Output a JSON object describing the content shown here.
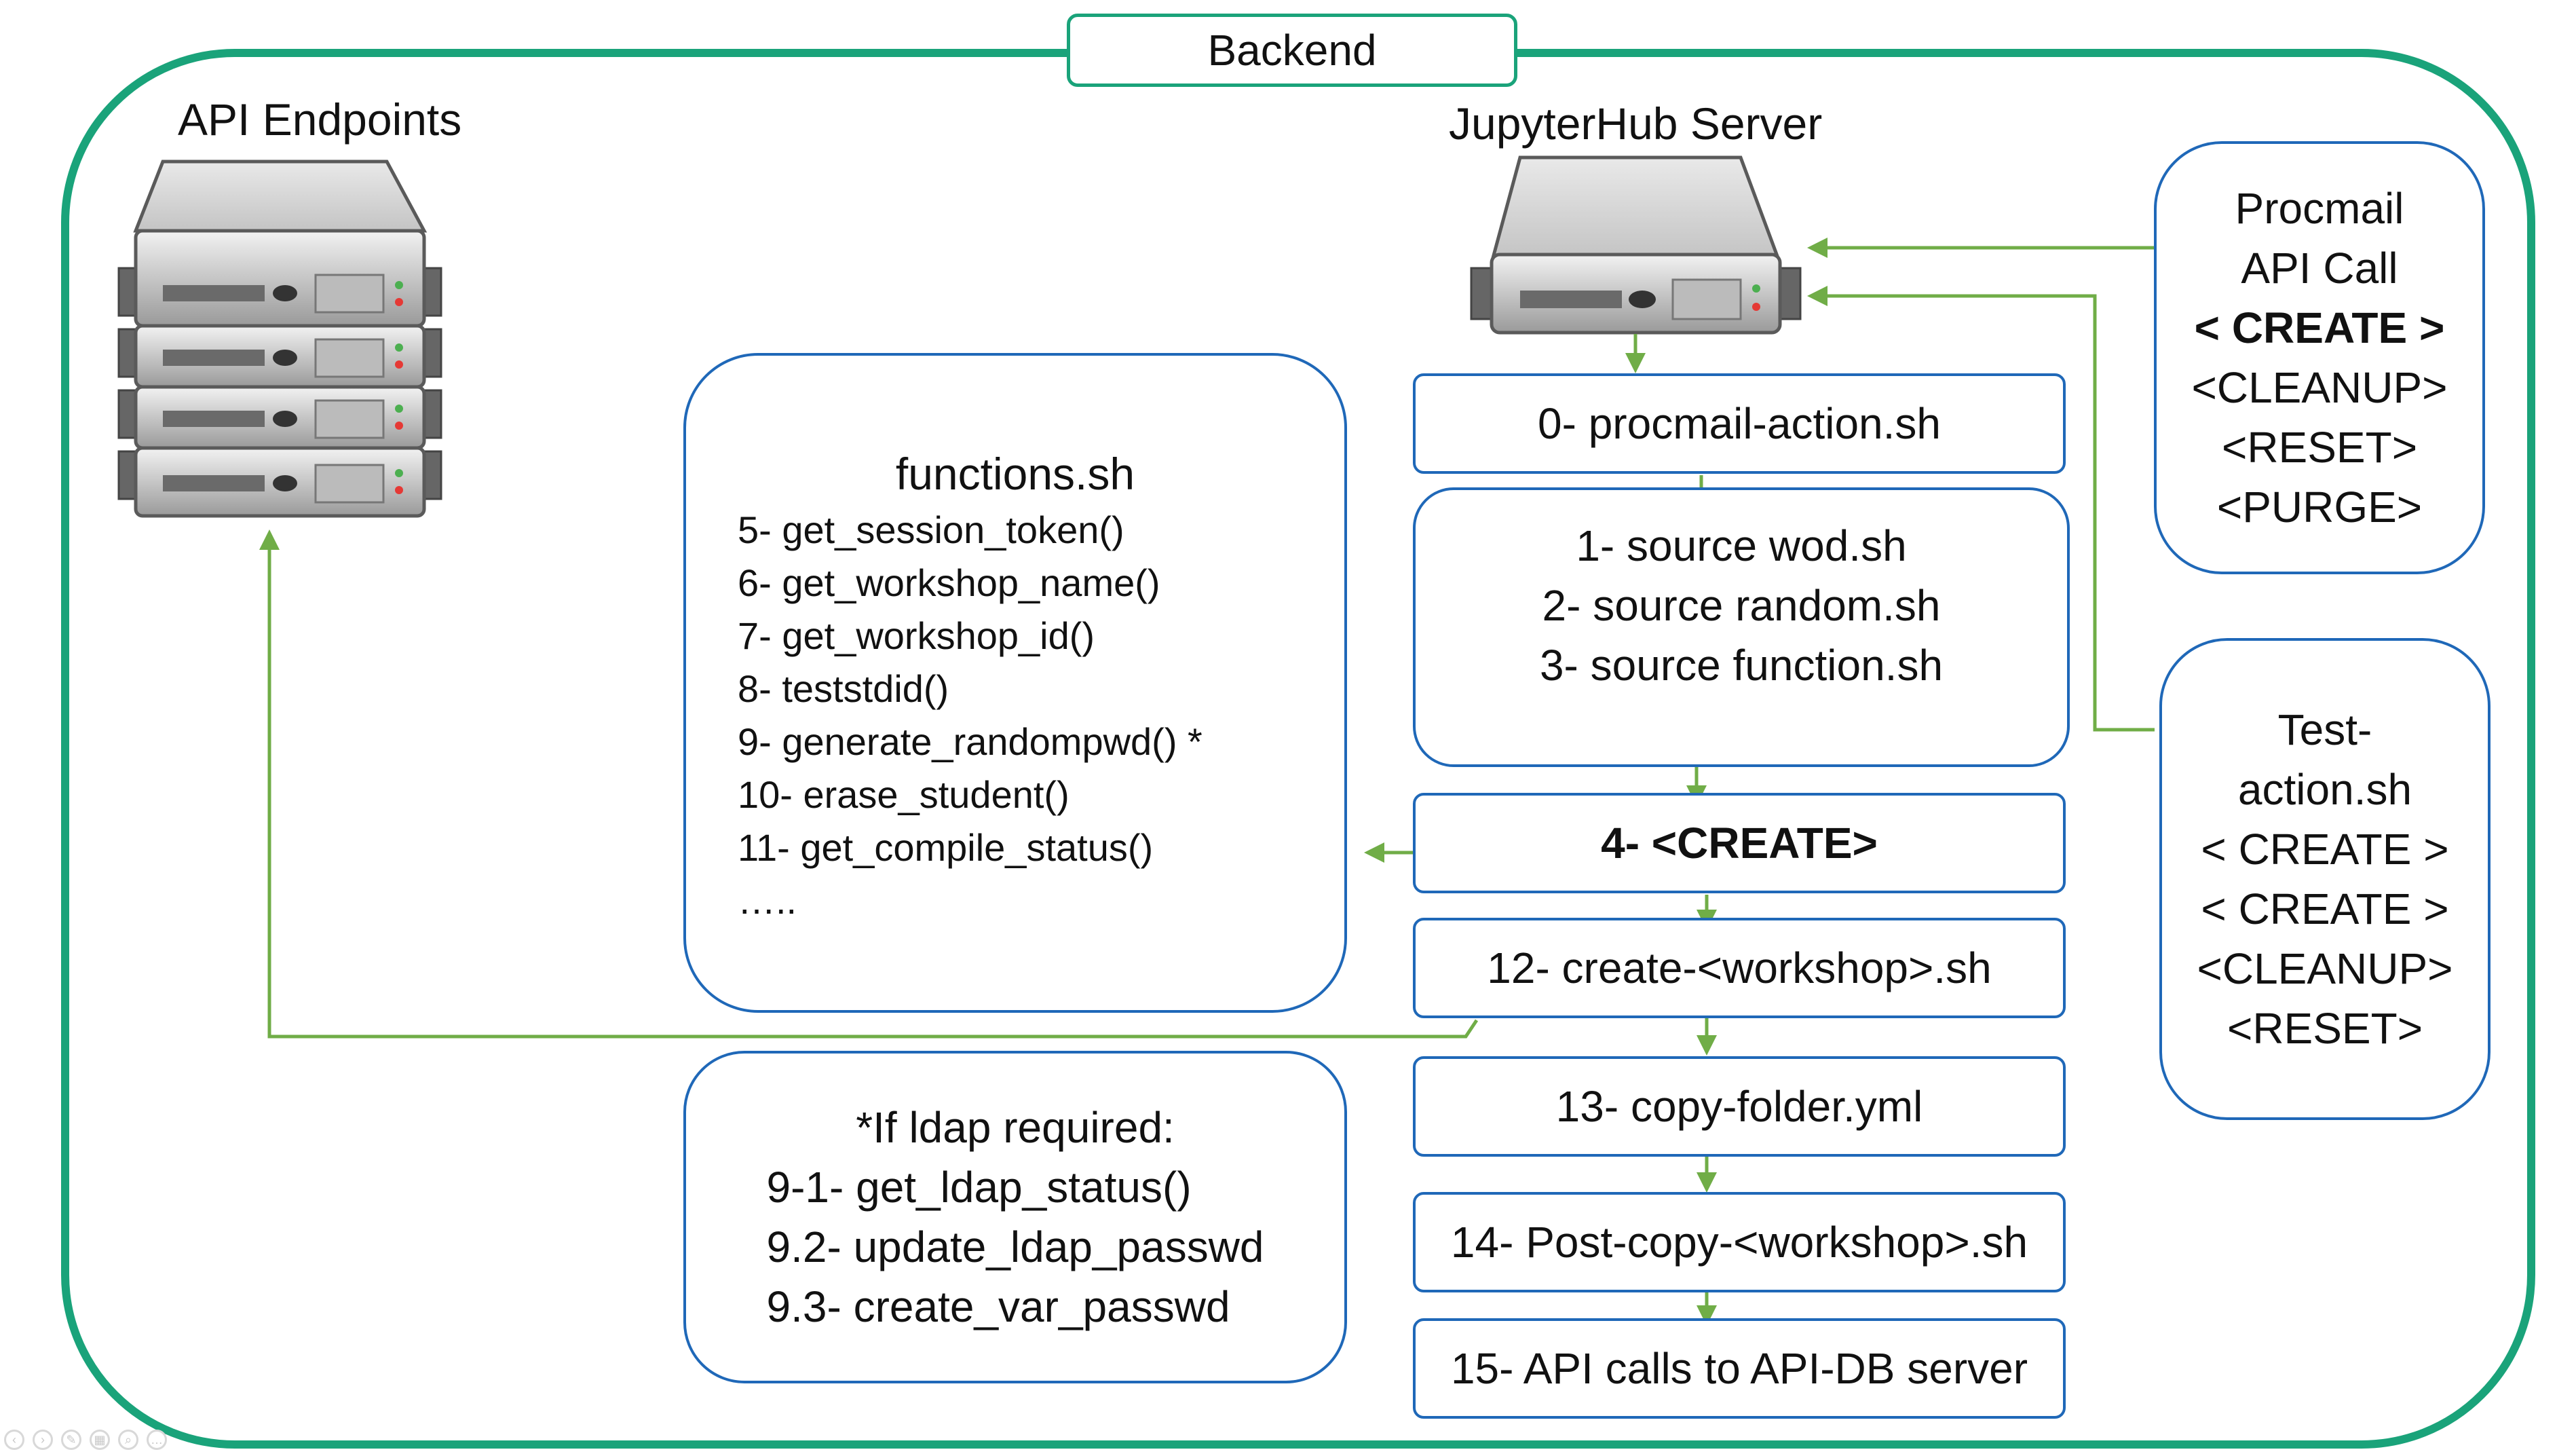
{
  "title": "Backend",
  "api_endpoints": {
    "label": "API Endpoints"
  },
  "jupyterhub": {
    "label": "JupyterHub Server"
  },
  "procmail_box": {
    "lines": [
      "Procmail",
      "API Call",
      "< CREATE >",
      "<CLEANUP>",
      "<RESET>",
      "<PURGE>"
    ]
  },
  "test_box": {
    "lines": [
      "Test-",
      "action.sh",
      "< CREATE >",
      "< CREATE >",
      "<CLEANUP>",
      "<RESET>"
    ]
  },
  "steps": {
    "s0": "0- procmail-action.sh",
    "s1": "1- source wod.sh",
    "s2": "2- source random.sh",
    "s3": "3- source function.sh",
    "s4": "4- <CREATE>",
    "s12": "12- create-<workshop>.sh",
    "s13": "13- copy-folder.yml",
    "s14": "14- Post-copy-<workshop>.sh",
    "s15": "15- API calls to API-DB server"
  },
  "functions": {
    "title": "functions.sh",
    "items": [
      "5- get_session_token()",
      "6- get_workshop_name()",
      "7- get_workshop_id()",
      "8- teststdid()",
      "9- generate_randompwd() *",
      "10- erase_student()",
      "11- get_compile_status()",
      "….."
    ]
  },
  "ldap": {
    "lines": [
      "*If ldap required:",
      "9-1- get_ldap_status()",
      "9.2- update_ldap_passwd",
      "9.3- create_var_passwd"
    ]
  },
  "colors": {
    "frame": "#1aa37a",
    "box_border": "#1f68b8",
    "arrow": "#70ad47"
  },
  "icons": {
    "api_server": "server-stack-icon",
    "jupyter_server": "server-icon"
  }
}
